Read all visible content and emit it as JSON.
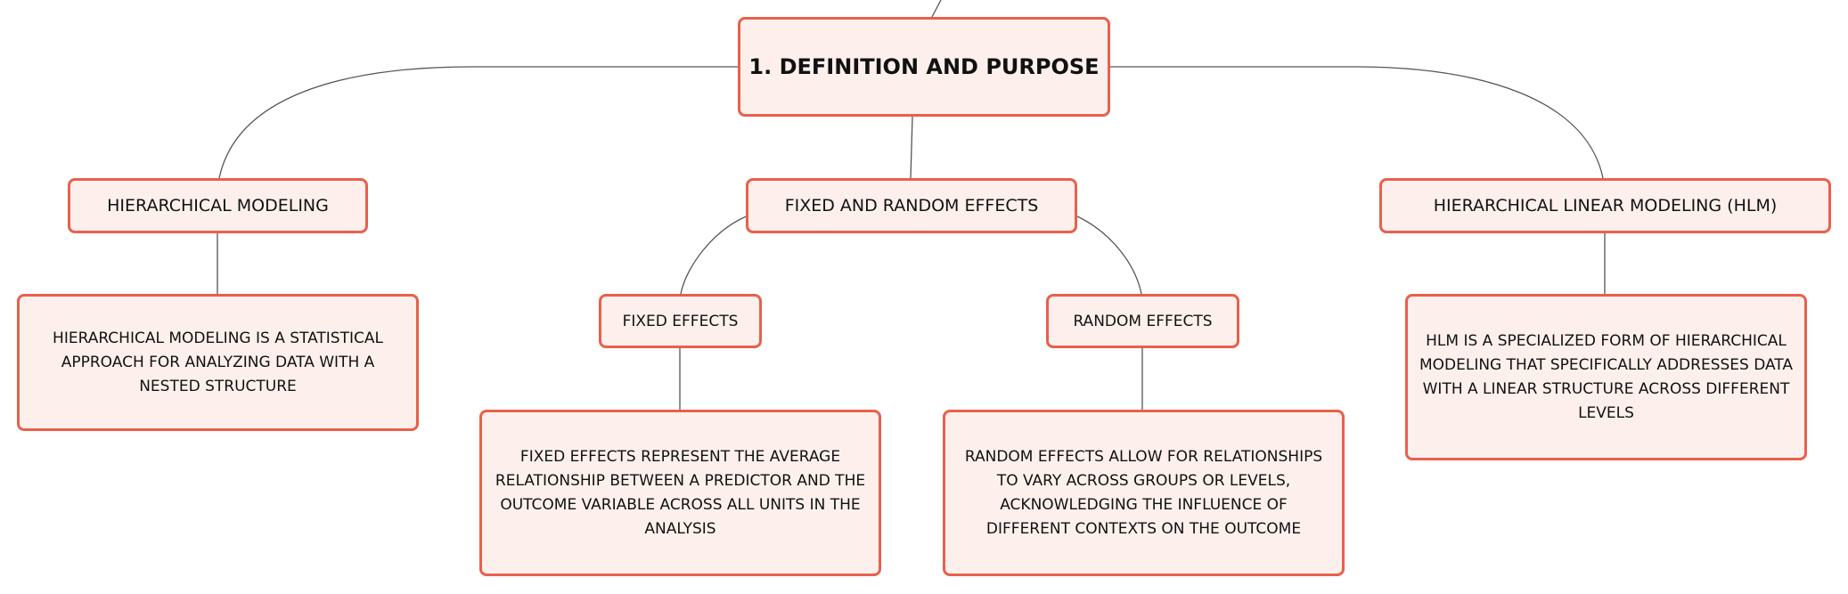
{
  "mindmap": {
    "root": {
      "label": "1. DEFINITION AND PURPOSE"
    },
    "hierarchical_modeling": {
      "label": "HIERARCHICAL MODELING",
      "description": "HIERARCHICAL MODELING IS A STATISTICAL APPROACH FOR ANALYZING DATA WITH A NESTED STRUCTURE"
    },
    "fixed_and_random": {
      "label": "FIXED AND RANDOM EFFECTS",
      "fixed": {
        "label": "FIXED EFFECTS",
        "description": "FIXED EFFECTS REPRESENT THE AVERAGE RELATIONSHIP BETWEEN A PREDICTOR AND THE OUTCOME VARIABLE ACROSS ALL UNITS IN THE ANALYSIS"
      },
      "random": {
        "label": "RANDOM EFFECTS",
        "description": "RANDOM EFFECTS ALLOW FOR RELATIONSHIPS TO VARY ACROSS GROUPS OR LEVELS, ACKNOWLEDGING THE INFLUENCE OF DIFFERENT CONTEXTS ON THE OUTCOME"
      }
    },
    "hlm": {
      "label": "HIERARCHICAL LINEAR MODELING (HLM)",
      "description": "HLM IS A SPECIALIZED FORM OF HIERARCHICAL MODELING THAT SPECIFICALLY ADDRESSES DATA WITH A LINEAR STRUCTURE ACROSS DIFFERENT LEVELS"
    }
  },
  "colors": {
    "node_border": "#e8604c",
    "node_fill": "#fdf0ec",
    "connector": "#555555",
    "text": "#111111"
  }
}
